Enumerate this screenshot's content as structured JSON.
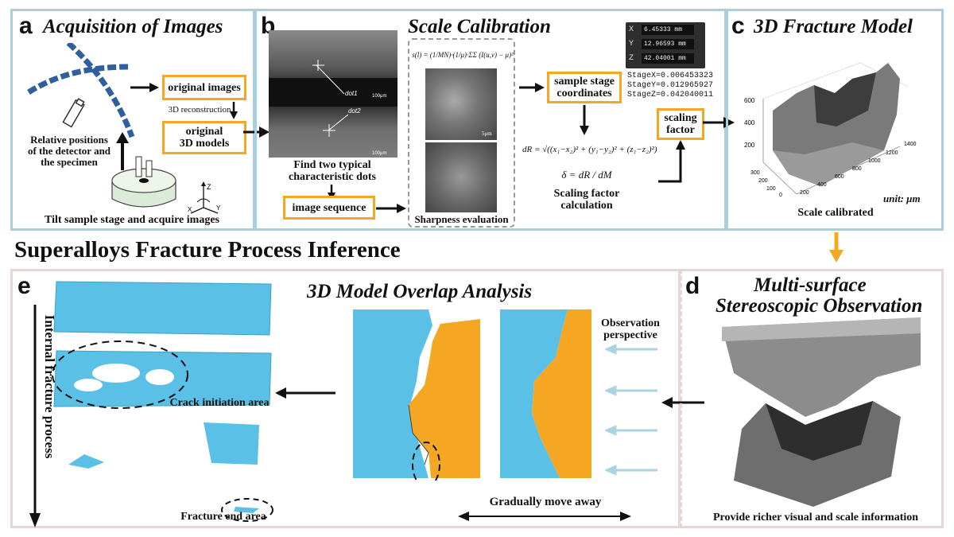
{
  "panel_a": {
    "letter": "a",
    "title": "Acquisition of Images",
    "box_original_images": "original images",
    "reconstruction_label": "3D reconstruction",
    "box_3d_models_line1": "original",
    "box_3d_models_line2": "3D models",
    "detector_caption_l1": "Relative positions",
    "detector_caption_l2": "of the detector and",
    "detector_caption_l3": "the specimen",
    "bottom_caption": "Tilt sample stage and acquire images",
    "axis_z": "Z",
    "axis_x": "X",
    "axis_y": "Y"
  },
  "panel_b": {
    "letter": "b",
    "title": "Scale Calibration",
    "dot1": "dot1",
    "dot2": "dot2",
    "scalebar": "100μm",
    "scalebar2": "5μm",
    "find_dots_l1": "Find two typical",
    "find_dots_l2": "characteristic dots",
    "box_image_sequence": "image sequence",
    "sharpness_label": "Sharpness evaluation",
    "box_stage_coords_l1": "sample stage",
    "box_stage_coords_l2": "coordinates",
    "box_scaling_l1": "scaling",
    "box_scaling_l2": "factor",
    "formula_sharpness": "s(l) = (1/MN)·(1/μ)·ΣΣ (I(u,v) − μ)²",
    "formula_distance": "dR = √((x₁−x₂)² + (y₁−y₂)² + (z₁−z₂)²)",
    "formula_delta": "δ = dR / dM",
    "scaling_calc_l1": "Scaling factor",
    "scaling_calc_l2": "calculation",
    "stage_x_label": "X",
    "stage_x_value": "6.45333 mm",
    "stage_y_label": "Y",
    "stage_y_value": "12.96593 mm",
    "stage_z_label": "Z",
    "stage_z_value": "42.04001 mm",
    "stage_readout_1": "StageX=0.006453323",
    "stage_readout_2": "StageY=0.012965927",
    "stage_readout_3": "StageZ=0.042040011"
  },
  "panel_c": {
    "letter": "c",
    "title": "3D Fracture Model",
    "unit": "unit: μm",
    "caption": "Scale calibrated",
    "z_ticks": [
      "600",
      "400",
      "200"
    ],
    "x_ticks": [
      "200",
      "400",
      "600",
      "800",
      "1000",
      "1200",
      "1400"
    ],
    "y_ticks": [
      "300",
      "200",
      "100",
      "0"
    ],
    "x_zero": "0"
  },
  "middle_title": "Superalloys Fracture Process Inference",
  "panel_d": {
    "letter": "d",
    "title_l1": "Multi-surface",
    "title_l2": "Stereoscopic Observation",
    "caption": "Provide richer visual and scale information"
  },
  "panel_e": {
    "letter": "e",
    "vertical_label": "Internal fracture process",
    "overlap_title": "3D Model Overlap Analysis",
    "crack_area": "Crack initiation area",
    "fracture_end": "Fracture end area",
    "observation_l1": "Observation",
    "observation_l2": "perspective",
    "move_away": "Gradually move away"
  },
  "colors": {
    "blue_model": "#5bc0e6",
    "orange_model": "#f5a623",
    "panel_border_blue": "#a9cfdc",
    "panel_border_pink": "#e8d6d2",
    "view_arrow": "#a9d4e0"
  }
}
